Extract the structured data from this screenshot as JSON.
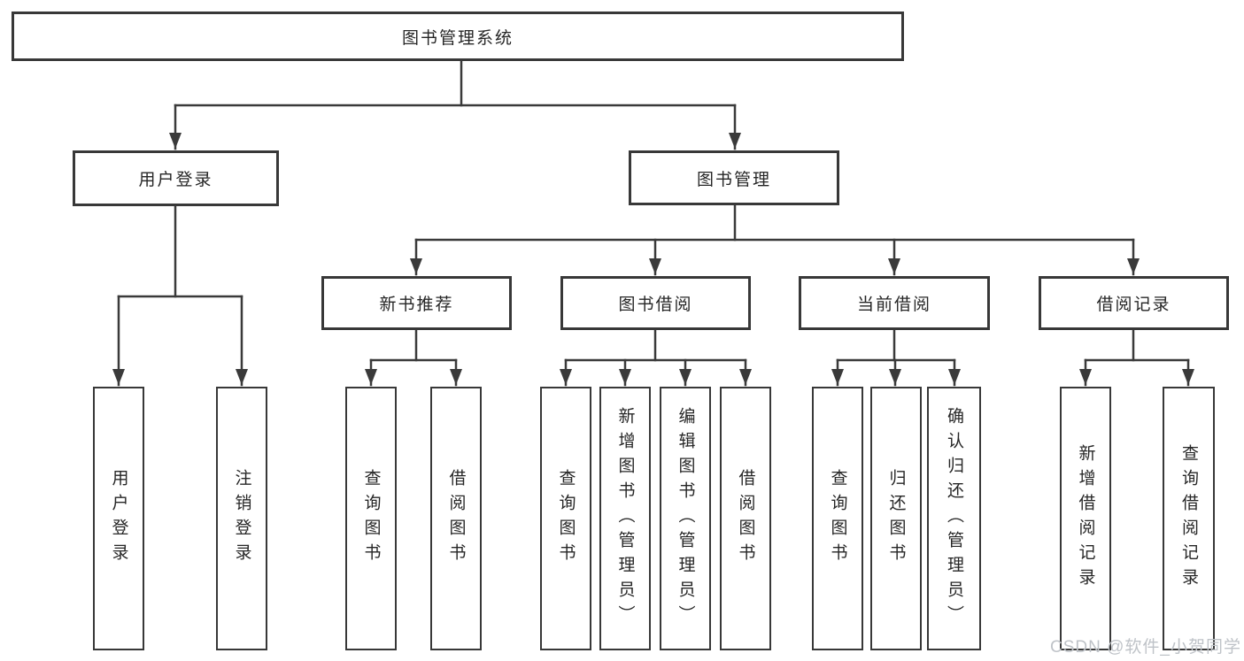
{
  "diagram": {
    "kind": "hierarchy-chart",
    "tree": {
      "label": "图书管理系统",
      "children": [
        {
          "label": "用户登录",
          "children": [
            {
              "label": "用户登录"
            },
            {
              "label": "注销登录"
            }
          ]
        },
        {
          "label": "图书管理",
          "children": [
            {
              "label": "新书推荐",
              "children": [
                {
                  "label": "查询图书"
                },
                {
                  "label": "借阅图书"
                }
              ]
            },
            {
              "label": "图书借阅",
              "children": [
                {
                  "label": "查询图书"
                },
                {
                  "label": "新增图书（管理员）"
                },
                {
                  "label": "编辑图书（管理员）"
                },
                {
                  "label": "借阅图书"
                }
              ]
            },
            {
              "label": "当前借阅",
              "children": [
                {
                  "label": "查询图书"
                },
                {
                  "label": "归还图书"
                },
                {
                  "label": "确认归还（管理员）"
                }
              ]
            },
            {
              "label": "借阅记录",
              "children": [
                {
                  "label": "新增借阅记录"
                },
                {
                  "label": "查询借阅记录"
                }
              ]
            }
          ]
        }
      ]
    },
    "colors": {
      "line": "#3a3a3a",
      "box_border": "#383838",
      "box_fill": "#ffffff",
      "text": "#262626",
      "watermark_text": "#bfc3c8"
    },
    "watermark": "CSDN @软件_小贺同学"
  }
}
